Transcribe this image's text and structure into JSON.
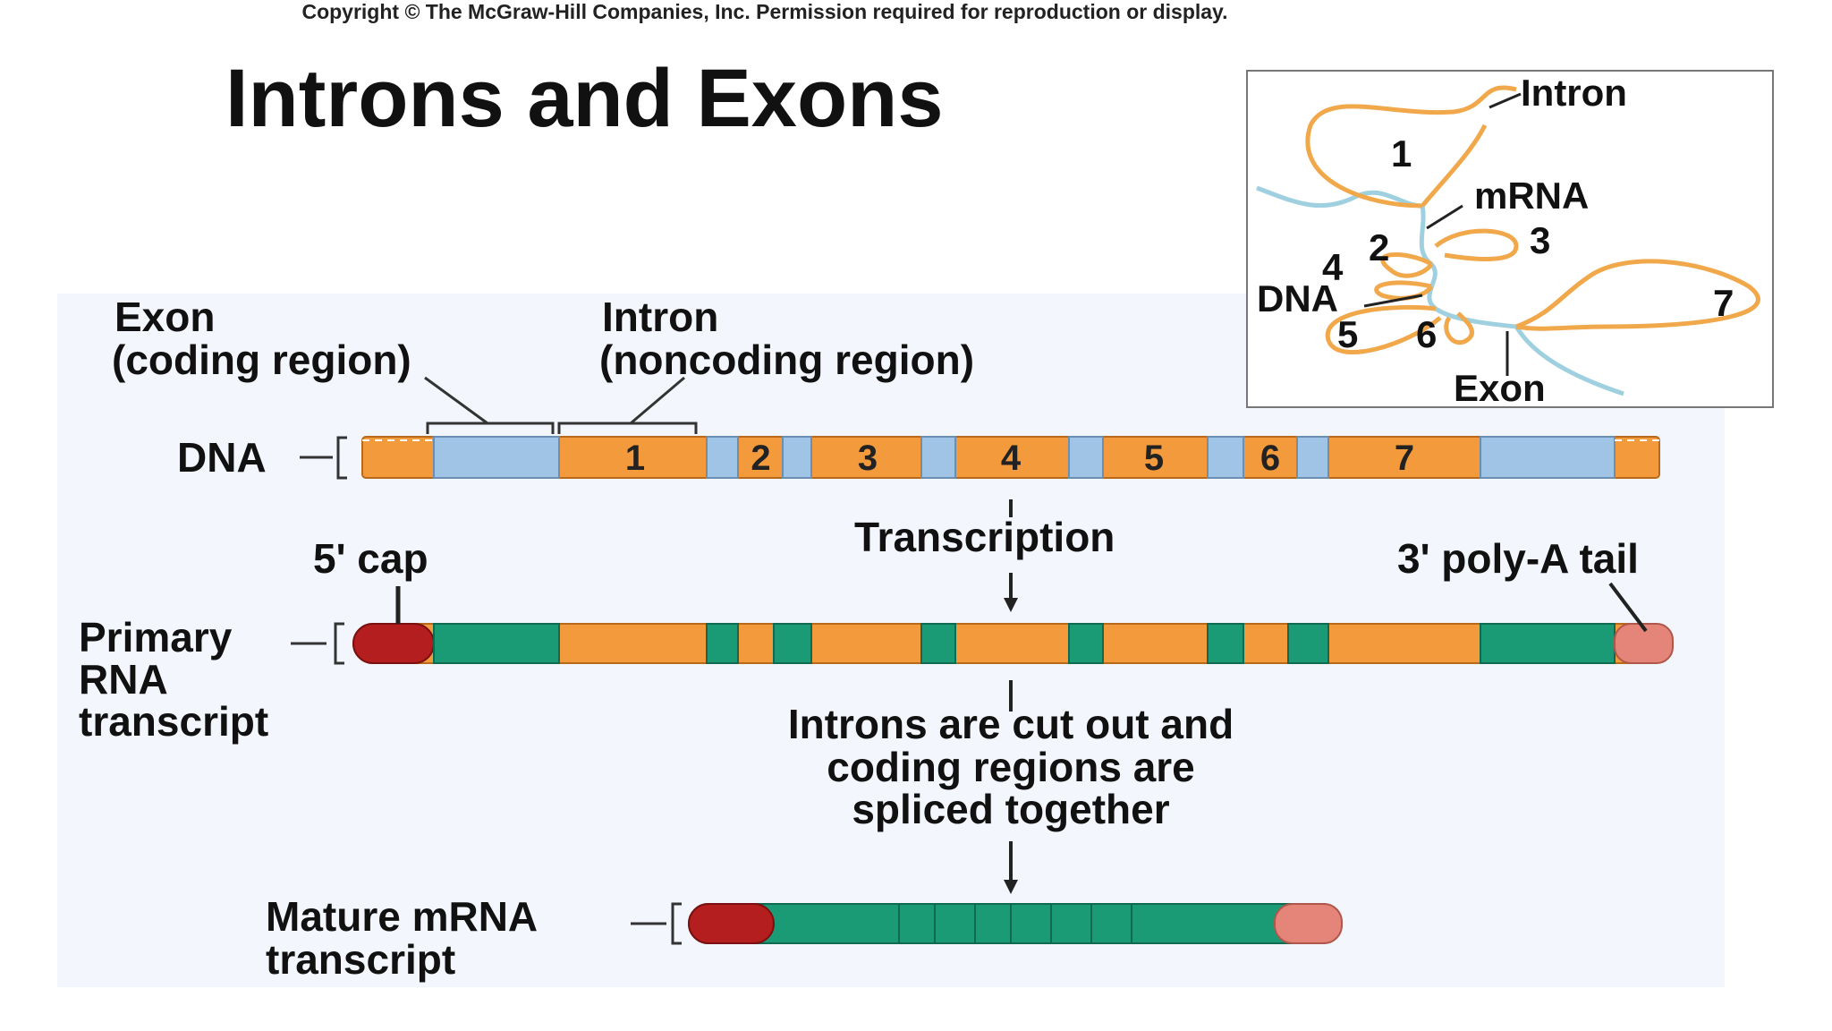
{
  "copyright": "Copyright © The McGraw-Hill Companies, Inc. Permission required for reproduction or display.",
  "title": "Introns and Exons",
  "inset": {
    "intron": "Intron",
    "mrna": "mRNA",
    "dna": "DNA",
    "exon": "Exon",
    "loop_numbers": [
      "1",
      "2",
      "3",
      "4",
      "5",
      "6",
      "7"
    ]
  },
  "labels": {
    "exon_title": "Exon",
    "exon_sub": "(coding region)",
    "intron_title": "Intron",
    "intron_sub": "(noncoding region)",
    "dna": "DNA",
    "transcription": "Transcription",
    "five_cap": "5' cap",
    "poly_a": "3' poly-A tail",
    "primary_1": "Primary",
    "primary_2": "RNA",
    "primary_3": "transcript",
    "spliced_1": "Introns are cut out and",
    "spliced_2": "coding regions are",
    "spliced_3": "spliced together",
    "mature_1": "Mature mRNA",
    "mature_2": "transcript"
  },
  "intron_numbers": [
    "1",
    "2",
    "3",
    "4",
    "5",
    "6",
    "7"
  ],
  "colors": {
    "intron": "#f39a3c",
    "dna_exon": "#9fc4e6",
    "rna_exon": "#1b9a76",
    "cap": "#b51e1e",
    "poly_a": "#e58478"
  }
}
